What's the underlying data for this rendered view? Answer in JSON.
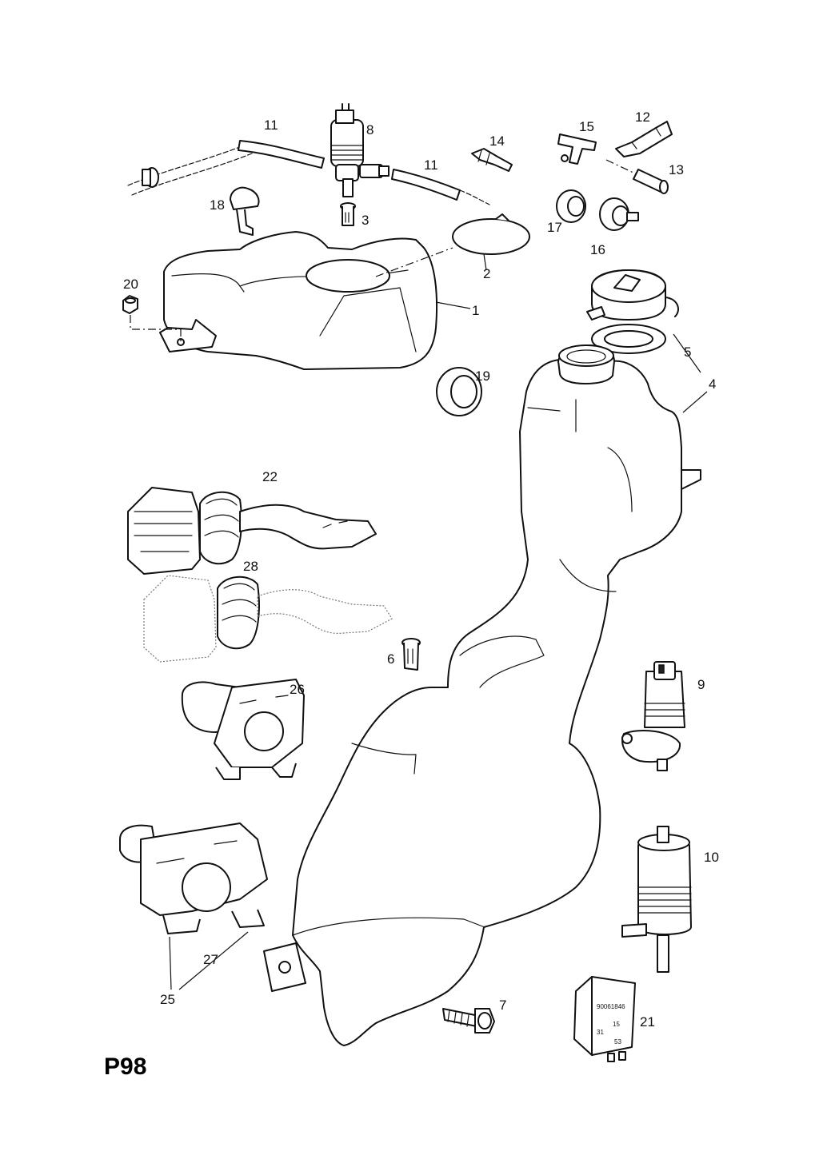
{
  "page_code": "P98",
  "labels": {
    "l1": "1",
    "l2": "2",
    "l3": "3",
    "l4": "4",
    "l5": "5",
    "l6": "6",
    "l7": "7",
    "l8": "8",
    "l9": "9",
    "l10": "10",
    "l11a": "11",
    "l11b": "11",
    "l12": "12",
    "l13": "13",
    "l14": "14",
    "l15": "15",
    "l16": "16",
    "l17": "17",
    "l18": "18",
    "l19": "19",
    "l20": "20",
    "l21": "21",
    "l22": "22",
    "l25": "25",
    "l26": "26",
    "l27": "27",
    "l28": "28"
  },
  "relay_text": {
    "t1": "90061846",
    "t2": "31",
    "t3": "15",
    "t4": "53"
  },
  "colors": {
    "line": "#111111",
    "background": "#ffffff"
  }
}
